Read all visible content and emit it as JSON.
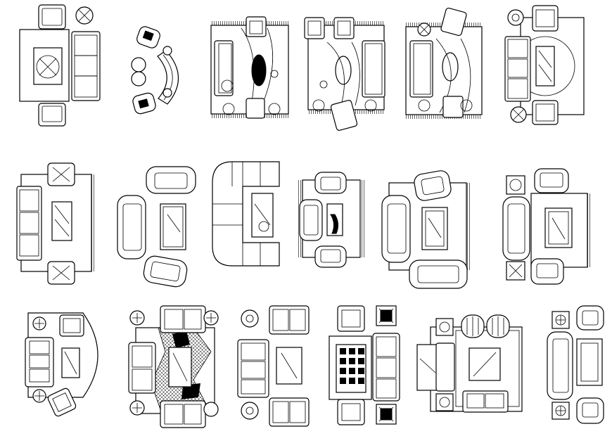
{
  "drawing": {
    "title": "",
    "layout_count": 19,
    "line_color": "#000000",
    "background_color": "#ffffff"
  },
  "rows": [
    {
      "row": 1,
      "layouts": [
        "layout-1",
        "layout-2",
        "layout-3",
        "layout-4",
        "layout-5",
        "layout-6"
      ]
    },
    {
      "row": 2,
      "layouts": [
        "layout-7",
        "layout-8",
        "layout-9",
        "layout-10",
        "layout-11",
        "layout-12"
      ]
    },
    {
      "row": 3,
      "layouts": [
        "layout-13",
        "layout-14",
        "layout-15",
        "layout-16",
        "layout-17",
        "layout-18",
        "layout-19"
      ]
    }
  ],
  "elements": [
    "sofa-icon",
    "armchair-icon",
    "coffee-table-icon",
    "rug-icon",
    "side-table-icon",
    "lamp-icon",
    "plant-icon",
    "curved-sofa-icon",
    "sectional-sofa-icon"
  ]
}
